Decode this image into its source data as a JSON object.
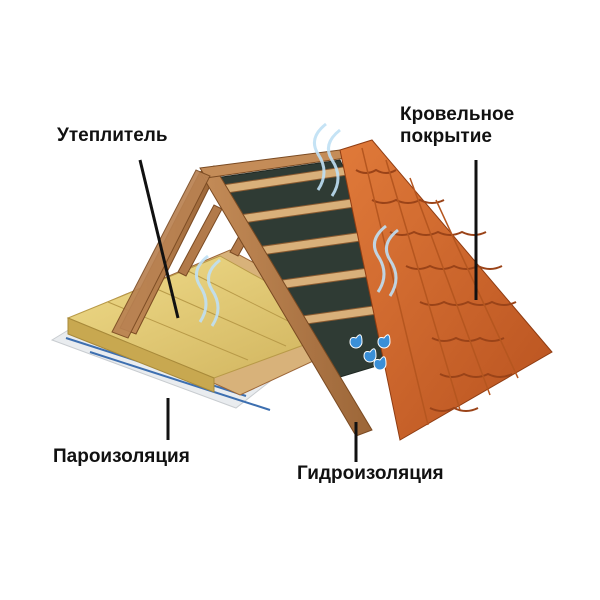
{
  "labels": {
    "insulation": "Утеплитель",
    "roofing_line1": "Кровельное",
    "roofing_line2": "покрытие",
    "vapor_barrier": "Пароизоляция",
    "waterproofing": "Гидроизоляция"
  },
  "colors": {
    "wood": "#b27a4a",
    "wood_dark": "#8a5a30",
    "insulation": "#e6cf7a",
    "membrane": "#2f3b34",
    "tile": "#d4682c",
    "tile_dark": "#a84a1c",
    "vapor_film": "#e9ecef",
    "water_drop": "#3a8fd8",
    "label_text": "#111111"
  }
}
